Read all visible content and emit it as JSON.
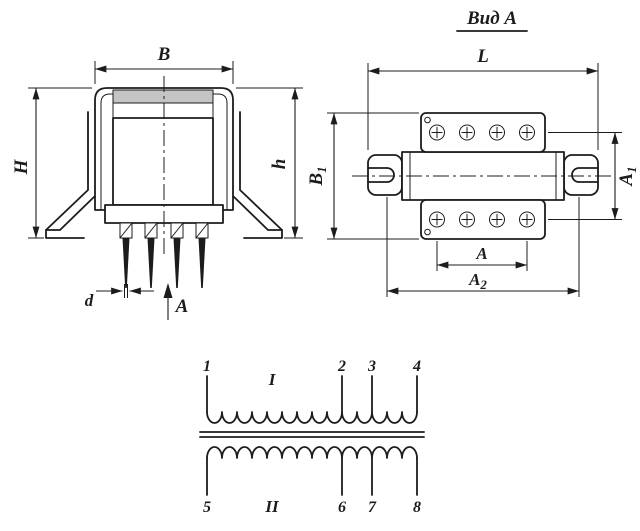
{
  "colors": {
    "line": "#1c1c1c",
    "background": "#ffffff",
    "strap_fill": "#c4c4c4"
  },
  "front_view": {
    "dim_width_label": "B",
    "dim_height_left_label": "H",
    "dim_height_right_label": "h",
    "dim_pin_diameter_label": "d",
    "view_direction_label": "A"
  },
  "top_view": {
    "title": "Вид А",
    "dim_length_label": "L",
    "dim_b1": {
      "base": "B",
      "sub": "1"
    },
    "dim_a1": {
      "base": "A",
      "sub": "1"
    },
    "dim_a_label": "A",
    "dim_a2": {
      "base": "A",
      "sub": "2"
    }
  },
  "schematic": {
    "primary_label": "I",
    "secondary_label": "II",
    "pins_top": [
      "1",
      "2",
      "3",
      "4"
    ],
    "pins_bottom": [
      "5",
      "6",
      "7",
      "8"
    ]
  }
}
